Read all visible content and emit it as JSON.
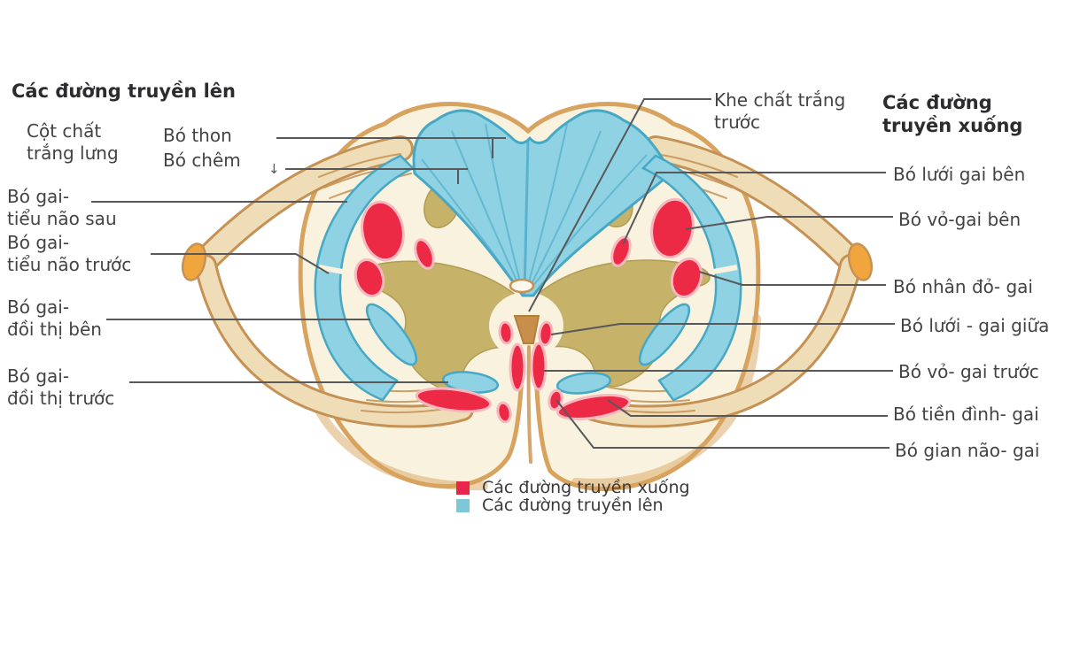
{
  "palette": {
    "red": "#ec2a45",
    "pink": "#f7b9bf",
    "blue": "#8ed2e3",
    "blue_dark": "#47a8c4",
    "olive": "#c6b269",
    "olive_dark": "#b19c52",
    "cream": "#f8f2de",
    "tan": "#d8a35e",
    "tan_dark": "#c98f4a",
    "root": "#eeddb6",
    "root_edge": "#c59154",
    "orange": "#f0a63c",
    "line": "#58585a",
    "text": "#434345",
    "legend_descending": "#e8254a",
    "legend_ascending": "#7cc7d8"
  },
  "headings": {
    "ascending": "Các đường truyền lên",
    "descending_line1": "Các đường",
    "descending_line2": "truyền xuống"
  },
  "left_labels": {
    "cot_chat_trang_lung": {
      "lines": [
        "Cột chất",
        "trắng lưng"
      ]
    },
    "bo_thon": "Bó thon",
    "bo_chem": "Bó chêm",
    "chem_arrow": "↓",
    "gai_tieu_nao_sau": {
      "lines": [
        "Bó gai-",
        "tiểu não sau"
      ]
    },
    "gai_tieu_nao_truoc": {
      "lines": [
        "Bó gai-",
        "tiểu não trước"
      ]
    },
    "gai_doi_thi_ben": {
      "lines": [
        "Bó gai-",
        "đồi thị bên"
      ]
    },
    "gai_doi_thi_truoc": {
      "lines": [
        "Bó gai-",
        "đồi thị trước"
      ]
    }
  },
  "center_label": {
    "lines": [
      "Khe chất trắng",
      "trước"
    ]
  },
  "right_labels": {
    "luoi_gai_ben": "Bó lưới gai bên",
    "vo_gai_ben": "Bó vỏ-gai bên",
    "nhan_do_gai": "Bó nhân đỏ- gai",
    "luoi_gai_giua": "Bó lưới - gai giữa",
    "vo_gai_truoc": "Bó vỏ- gai trước",
    "tien_dinh_gai": "Bó tiền đình- gai",
    "gian_nao_gai": "Bó gian não- gai"
  },
  "legend": {
    "descending_label": "Các đường truyền xuống",
    "ascending_label": "Các đường truyền lên"
  }
}
